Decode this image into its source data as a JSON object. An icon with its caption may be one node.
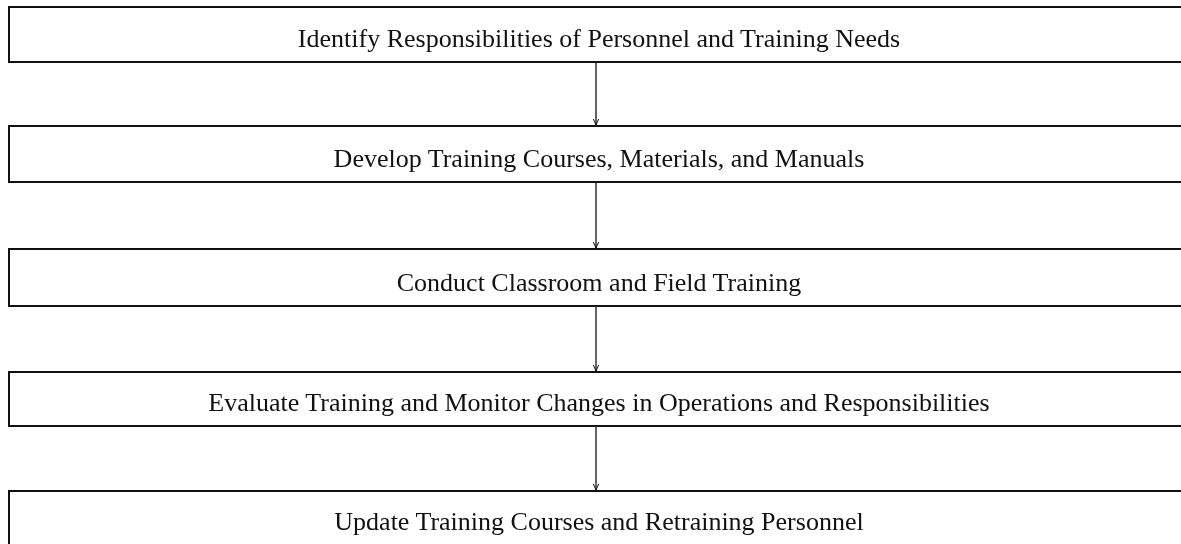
{
  "diagram": {
    "nodes": [
      {
        "text": [
          "Identify Responsibilities of Personnel and Training Needs"
        ]
      },
      {
        "text": [
          "Develop Training Courses, Materials, and Manuals"
        ]
      },
      {
        "text": [
          "Conduct Classroom and Field Training"
        ]
      },
      {
        "text": [
          "Evaluate Training and Monitor Changes in Operations and Responsibilities"
        ]
      },
      {
        "text": [
          "Update Training Courses and Retraining Personnel"
        ]
      }
    ],
    "edges": [
      {
        "from": 0,
        "to": 1,
        "arrow": "to"
      },
      {
        "from": 1,
        "to": 2,
        "arrow": "to"
      },
      {
        "from": 2,
        "to": 3,
        "arrow": "to"
      },
      {
        "from": 3,
        "to": 4,
        "arrow": "to"
      }
    ]
  }
}
